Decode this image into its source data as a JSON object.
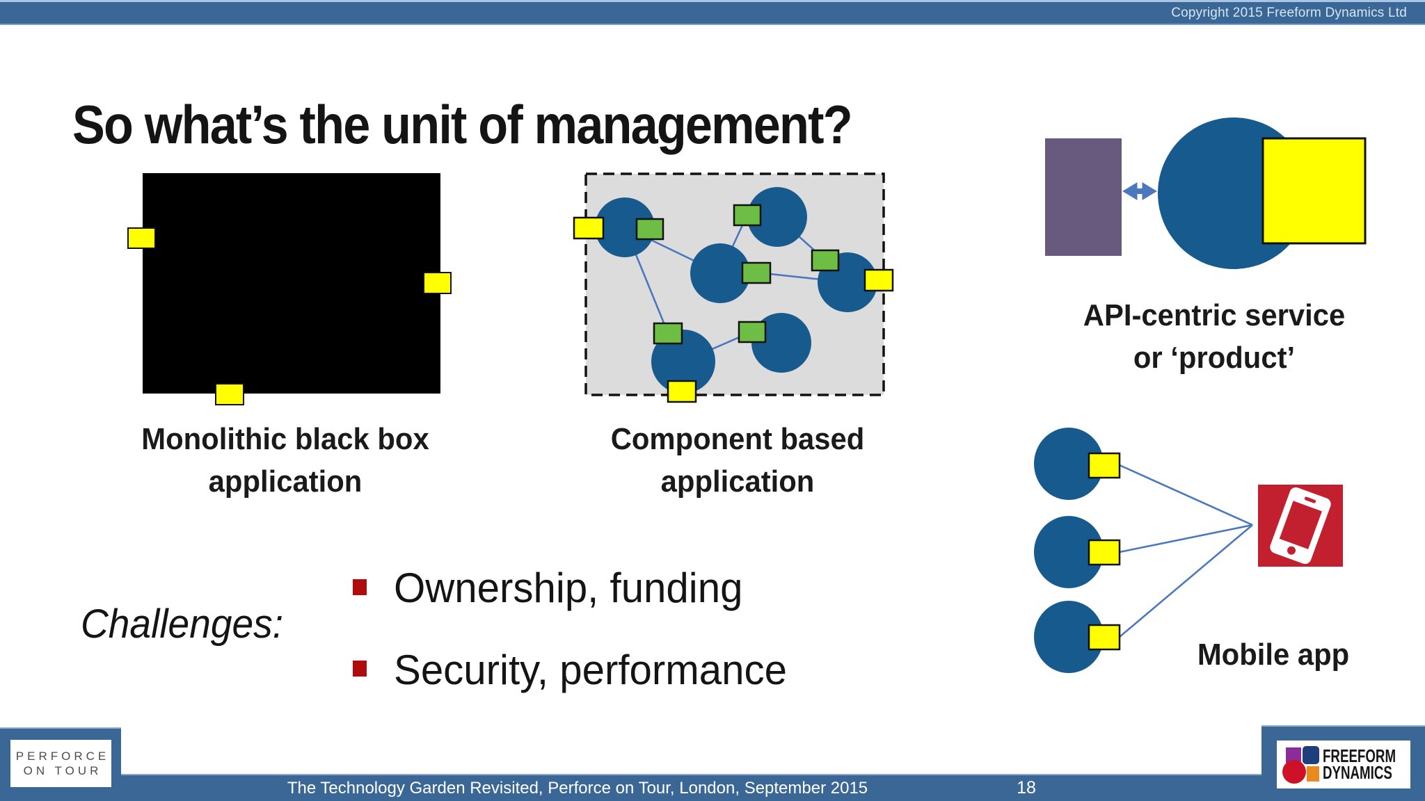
{
  "colors": {
    "bar_blue": "#3A6795",
    "circle_blue": "#175A8E",
    "component_green": "#6EBE45",
    "port_yellow": "#FFFF00",
    "purple_rect": "#68597F",
    "connector_blue": "#4A77BE",
    "phone_red": "#C3202F",
    "bullet_red": "#B00C0C",
    "component_bg": "#DCDCDC"
  },
  "header": {
    "copyright": "Copyright 2015 Freeform Dynamics Ltd"
  },
  "title": "So what’s the unit of management?",
  "diagrams": {
    "monolith": {
      "caption_line1": "Monolithic black box",
      "caption_line2": "application"
    },
    "component": {
      "caption_line1": "Component based",
      "caption_line2": "application"
    },
    "api": {
      "caption_line1": "API-centric service",
      "caption_line2": "or ‘product’"
    },
    "mobile": {
      "caption": "Mobile app"
    }
  },
  "challenges": {
    "label": "Challenges:",
    "items": [
      "Ownership, funding",
      "Security, performance"
    ]
  },
  "footer": {
    "left_logo_line1": "PERFORCE",
    "left_logo_line2": "ON TOUR",
    "text": "The Technology Garden Revisited, Perforce on Tour, London, September 2015",
    "page_number": "18",
    "right_logo_line1": "FREEFORM",
    "right_logo_line2": "DYNAMICS"
  }
}
